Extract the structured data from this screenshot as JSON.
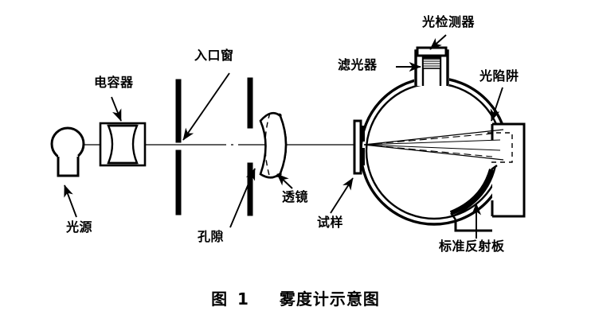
{
  "figure": {
    "caption_label": "图",
    "caption_number": "1",
    "caption_title": "雾度计示意图"
  },
  "labels": {
    "light_source": "光源",
    "condenser": "电容器",
    "entrance_window": "入口窗",
    "aperture": "孔隙",
    "lens": "透镜",
    "sample": "试样",
    "filter": "滤光器",
    "photodetector": "光检测器",
    "light_trap": "光陷阱",
    "standard_reflector": "标准反射板"
  },
  "colors": {
    "ink": "#000000",
    "paper": "#ffffff"
  },
  "components": [
    {
      "name": "light-source-lamp",
      "label_key": "light_source"
    },
    {
      "name": "condenser-lens-box",
      "label_key": "condenser"
    },
    {
      "name": "entrance-window-plate",
      "label_key": "entrance_window"
    },
    {
      "name": "aperture-stop-plate",
      "label_key": "aperture"
    },
    {
      "name": "objective-lens",
      "label_key": "lens"
    },
    {
      "name": "specimen-plate",
      "label_key": "sample"
    },
    {
      "name": "optical-filter",
      "label_key": "filter"
    },
    {
      "name": "photodetector-head",
      "label_key": "photodetector"
    },
    {
      "name": "light-trap-box",
      "label_key": "light_trap"
    },
    {
      "name": "standard-reflector-plate",
      "label_key": "standard_reflector"
    }
  ]
}
